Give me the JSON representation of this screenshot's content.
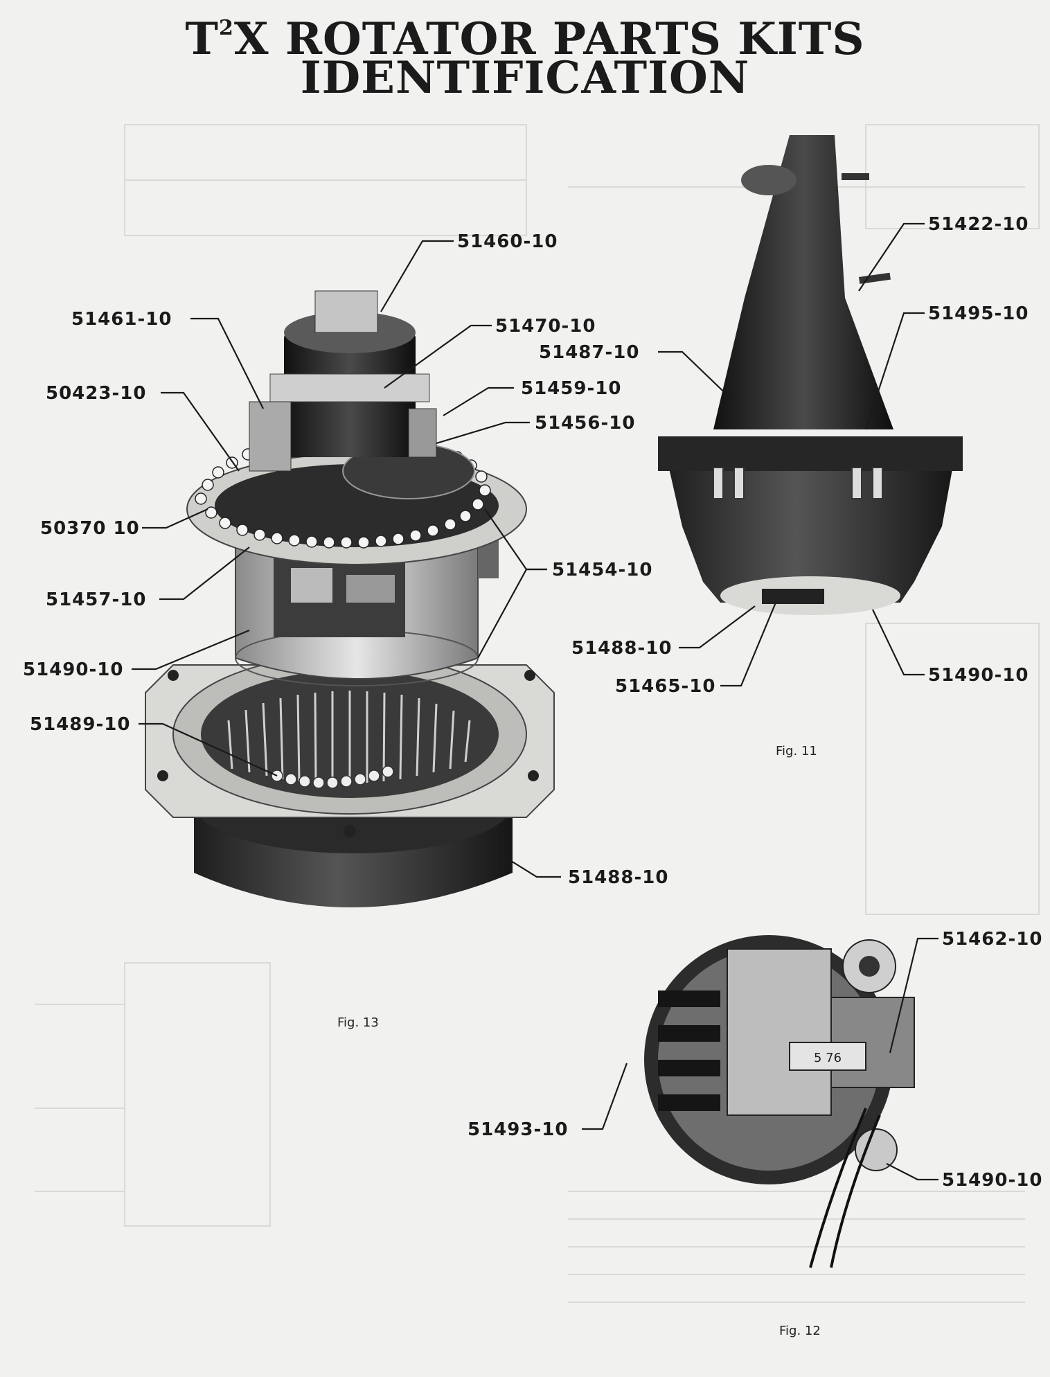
{
  "title": {
    "line1_prefix": "T",
    "line1_sup": "2",
    "line1_rest": "X ROTATOR PARTS KITS",
    "line2": "IDENTIFICATION"
  },
  "figures": {
    "fig13": {
      "caption": "Fig. 13",
      "labels": [
        "51460-10",
        "51461-10",
        "51470-10",
        "51459-10",
        "50423-10",
        "51456-10",
        "50370 10",
        "51454-10",
        "51457-10",
        "51490-10",
        "51489-10",
        "51488-10"
      ]
    },
    "fig11": {
      "caption": "Fig. 11",
      "labels": [
        "51422-10",
        "51495-10",
        "51487-10",
        "51488-10",
        "51465-10",
        "51490-10"
      ]
    },
    "fig12": {
      "caption": "Fig. 12",
      "labels": [
        "51462-10",
        "51493-10",
        "51490-10"
      ],
      "inset_text": "5 76"
    }
  }
}
